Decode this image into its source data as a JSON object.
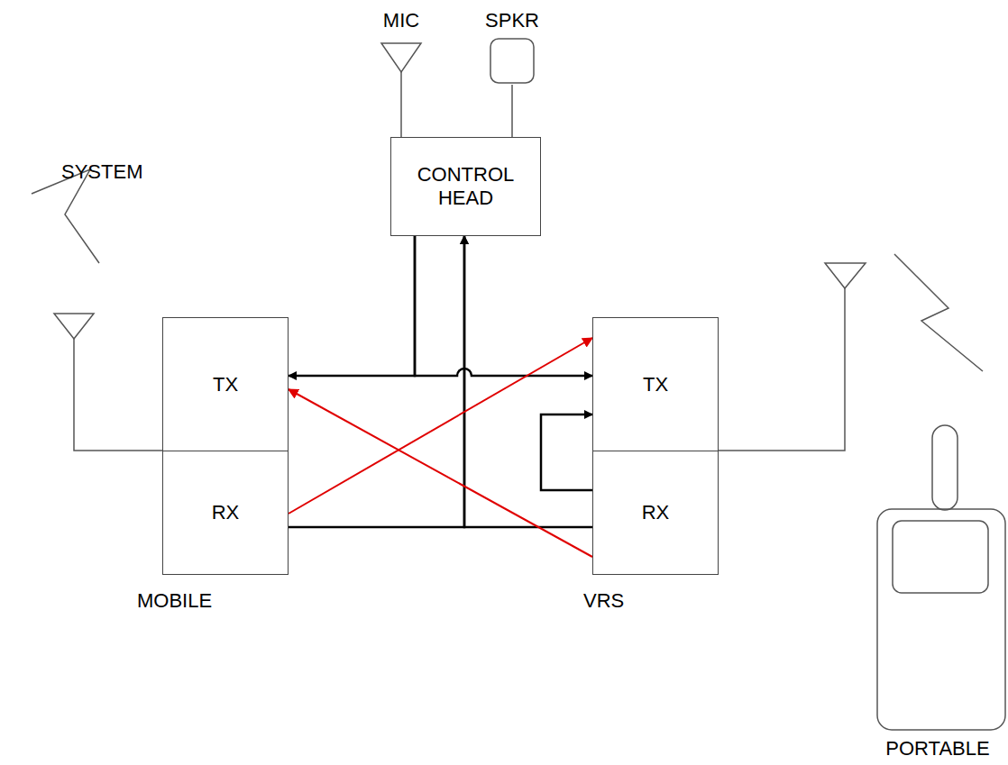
{
  "diagram": {
    "nodes": [
      {
        "text": [
          "MIC"
        ]
      },
      {
        "text": [
          "SPKR"
        ]
      },
      {
        "text": [
          "CONTROL HEAD"
        ]
      },
      {
        "text": [
          "MOBILE"
        ]
      },
      {
        "text": [
          "TX"
        ],
        "in": 3
      },
      {
        "text": [
          "RX"
        ],
        "in": 3
      },
      {
        "text": [
          "VRS"
        ]
      },
      {
        "text": [
          "TX"
        ],
        "in": 6
      },
      {
        "text": [
          "RX"
        ],
        "in": 6
      },
      {
        "text": [
          "PORTABLE"
        ]
      }
    ],
    "edges": [
      {
        "from": 0,
        "to": 2,
        "arrow": "none"
      },
      {
        "from": 1,
        "to": 2,
        "arrow": "none"
      },
      {
        "from": 2,
        "to": 4,
        "arrow": "to"
      },
      {
        "from": 2,
        "to": 7,
        "arrow": "to"
      },
      {
        "from": 5,
        "to": 2,
        "arrow": "to"
      },
      {
        "from": 8,
        "to": 2,
        "arrow": "to"
      },
      {
        "from": 5,
        "to": 7,
        "arrow": "to"
      },
      {
        "from": 8,
        "to": 4,
        "arrow": "to"
      },
      {
        "from": 8,
        "to": 7,
        "arrow": "to"
      }
    ],
    "labels": [
      "SYSTEM"
    ]
  }
}
